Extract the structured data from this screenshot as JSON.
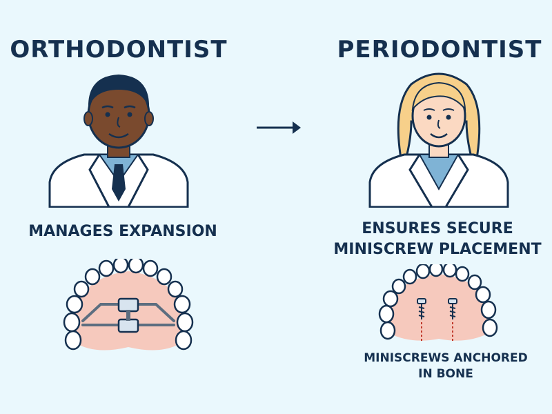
{
  "left": {
    "title": "ORTHODONTIST",
    "caption": "MANAGES EXPANSION"
  },
  "right": {
    "title": "PERIODONTIST",
    "caption_line1": "ENSURES SECURE",
    "caption_line2": "MINISCREW PLACEMENT",
    "sub_caption_line1": "MINISCREWS ANCHORED",
    "sub_caption_line2": "IN BONE"
  },
  "icons": {
    "arrow": "right-arrow-icon",
    "orthodontist": "male-doctor-icon",
    "periodontist": "female-doctor-icon",
    "expander": "palatal-expander-icon",
    "miniscrews": "miniscrew-arch-icon"
  },
  "colors": {
    "background": "#eaf8fd",
    "text": "#15304f",
    "gum": "#f6c9bd",
    "skin_dark": "#7a4a2e",
    "skin_light": "#fbd9c2",
    "hair_blonde": "#f7d08a",
    "screw_line": "#c0392b"
  }
}
